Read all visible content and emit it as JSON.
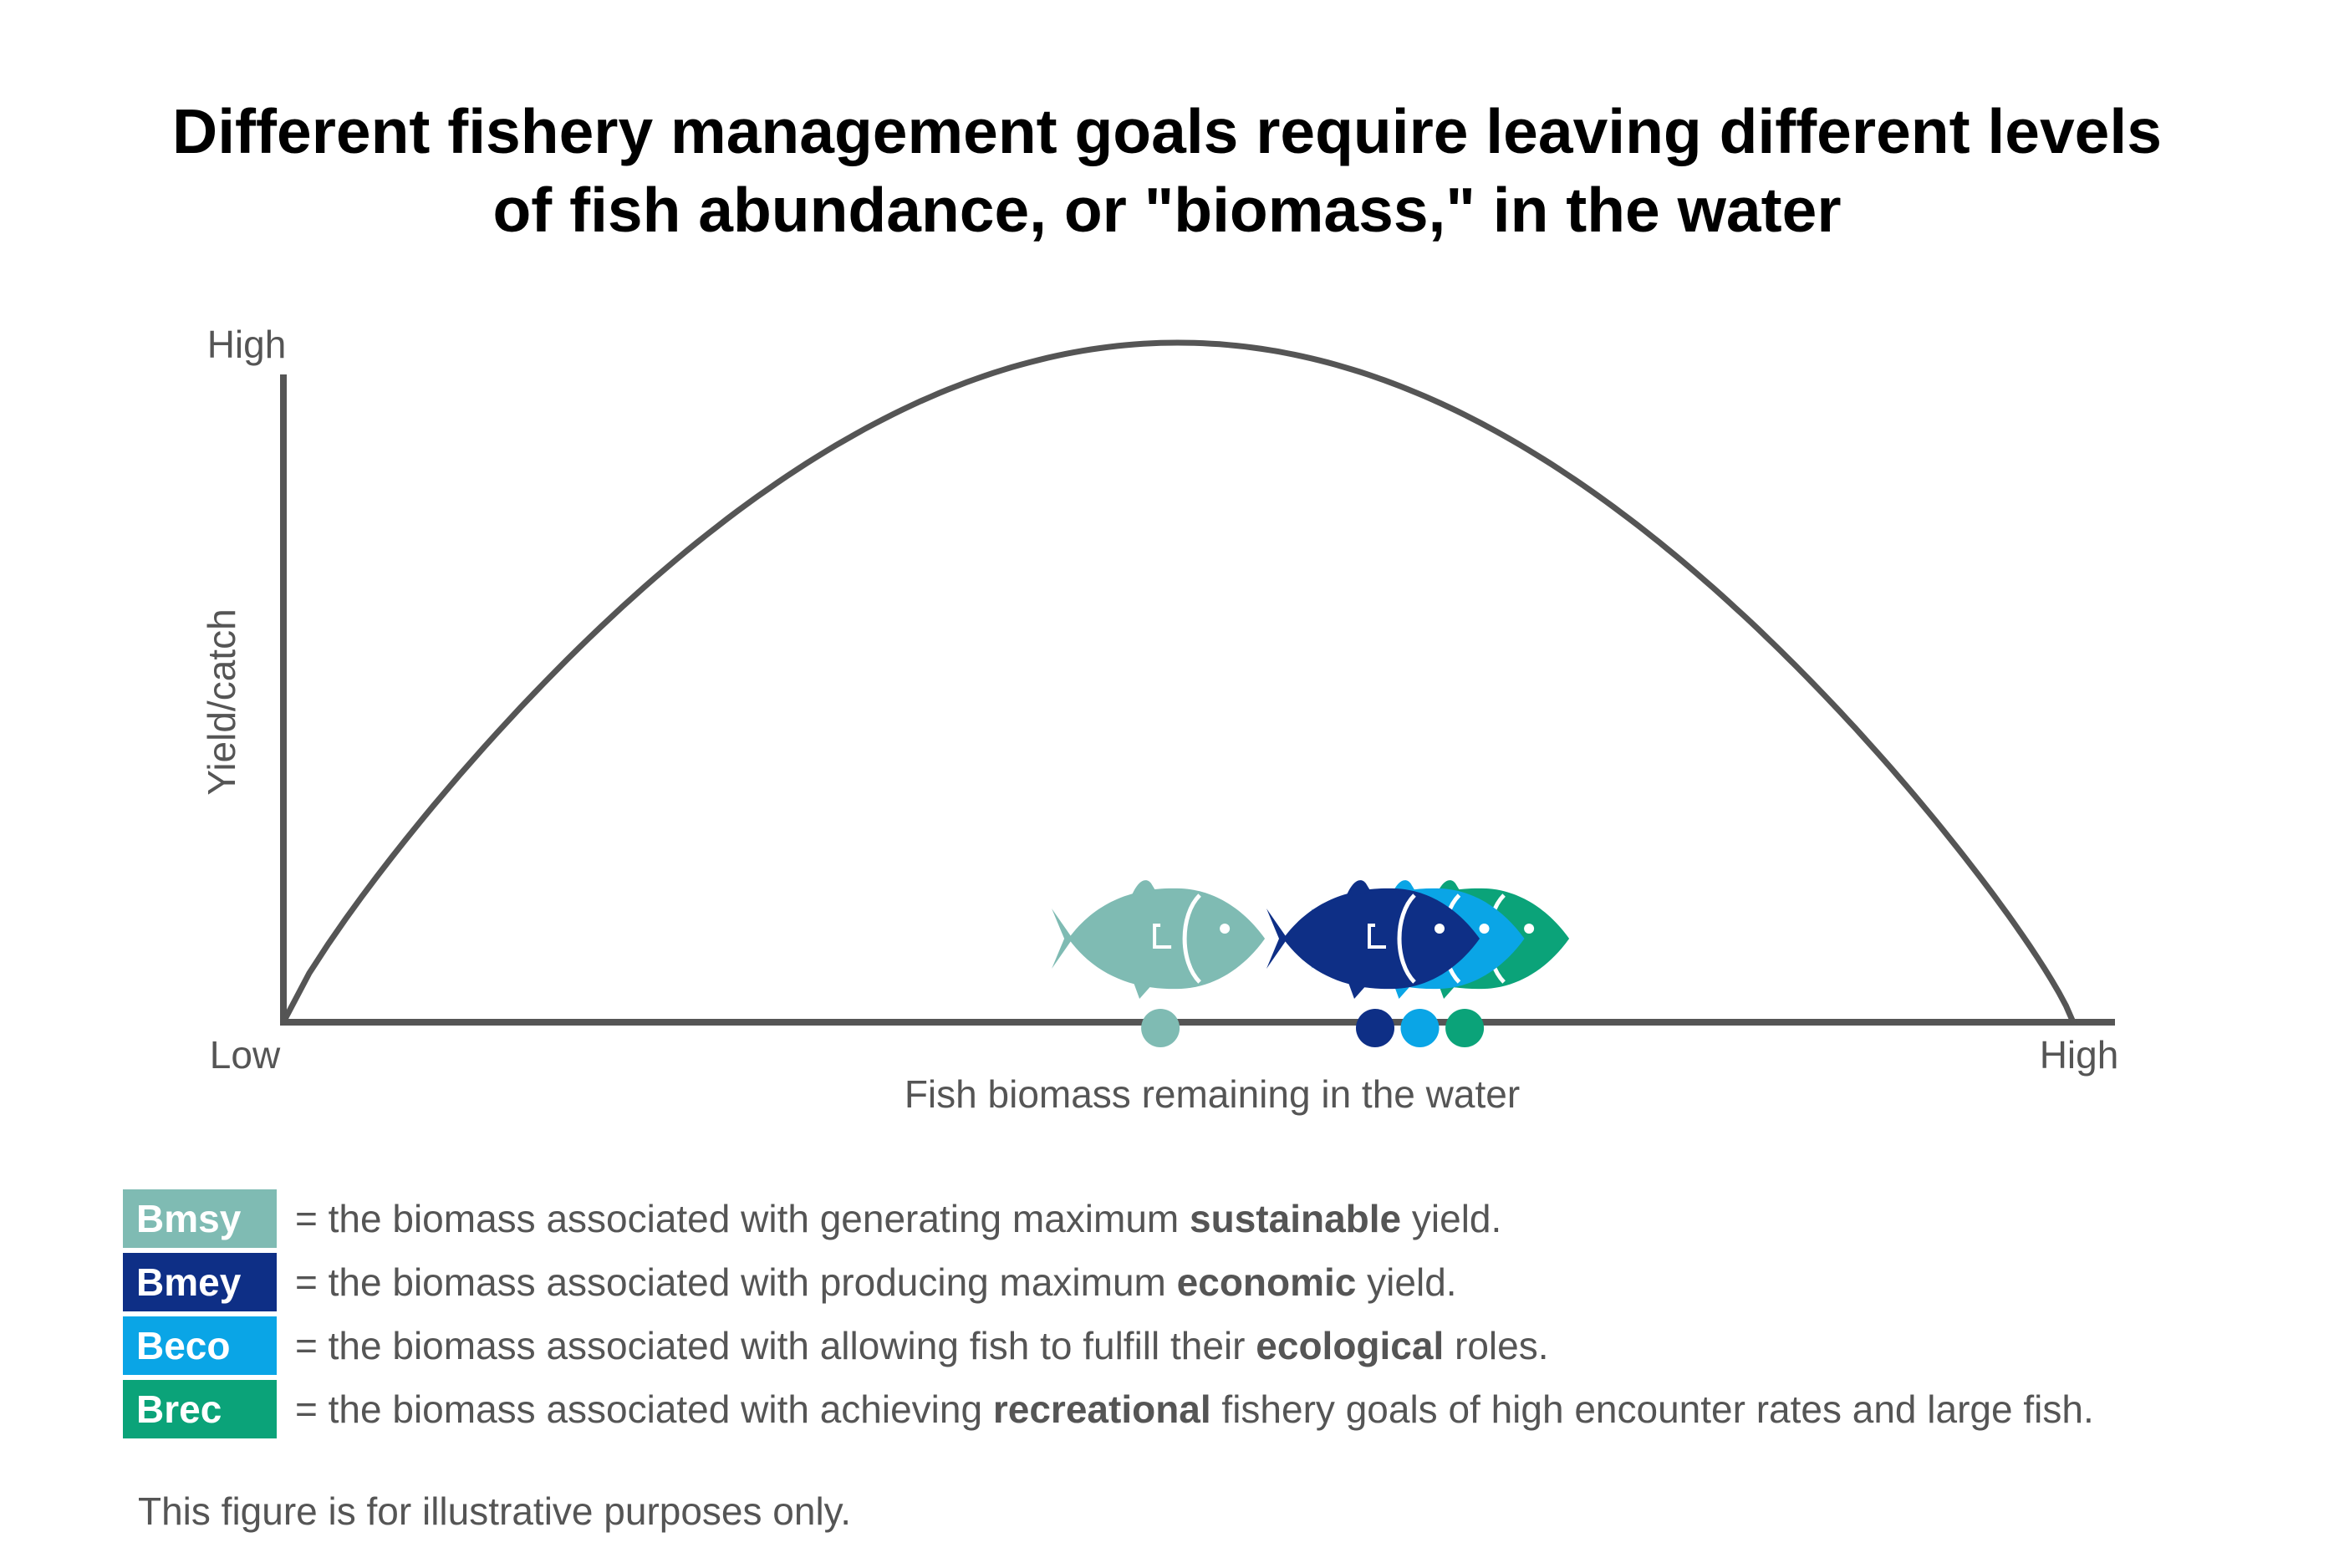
{
  "title_line1": "Different fishery management goals require leaving different levels",
  "title_line2": "of fish abundance, or \"biomass,\" in the water",
  "axes": {
    "y_label": "Yield/catch",
    "y_high": "High",
    "x_low": "Low",
    "x_high": "High",
    "x_label": "Fish biomass remaining in the water"
  },
  "colors": {
    "curve": "#555555",
    "bmsy": "#7fbbb3",
    "bmey": "#0e2f86",
    "beco": "#0aa5e6",
    "brec": "#0ba379"
  },
  "markers": [
    {
      "id": "bmsy",
      "biomass": 0.49,
      "color": "#7fbbb3"
    },
    {
      "id": "bmey",
      "biomass": 0.61,
      "color": "#0e2f86"
    },
    {
      "id": "beco",
      "biomass": 0.635,
      "color": "#0aa5e6"
    },
    {
      "id": "brec",
      "biomass": 0.66,
      "color": "#0ba379"
    }
  ],
  "legend": [
    {
      "code": "Bmsy",
      "color": "#7fbbb3",
      "pre": "= the biomass associated with generating maximum ",
      "bold": "sustainable",
      "post": " yield."
    },
    {
      "code": "Bmey",
      "color": "#0e2f86",
      "pre": "= the biomass associated with producing maximum ",
      "bold": "economic",
      "post": " yield."
    },
    {
      "code": "Beco",
      "color": "#0aa5e6",
      "pre": "= the biomass associated with allowing fish to fulfill their ",
      "bold": "ecological",
      "post": " roles."
    },
    {
      "code": "Brec",
      "color": "#0ba379",
      "pre": "= the biomass associated with achieving ",
      "bold": "recreational",
      "post": " fishery goals of high encounter rates and large fish."
    }
  ],
  "footnote": "This figure is for illustrative purposes only."
}
